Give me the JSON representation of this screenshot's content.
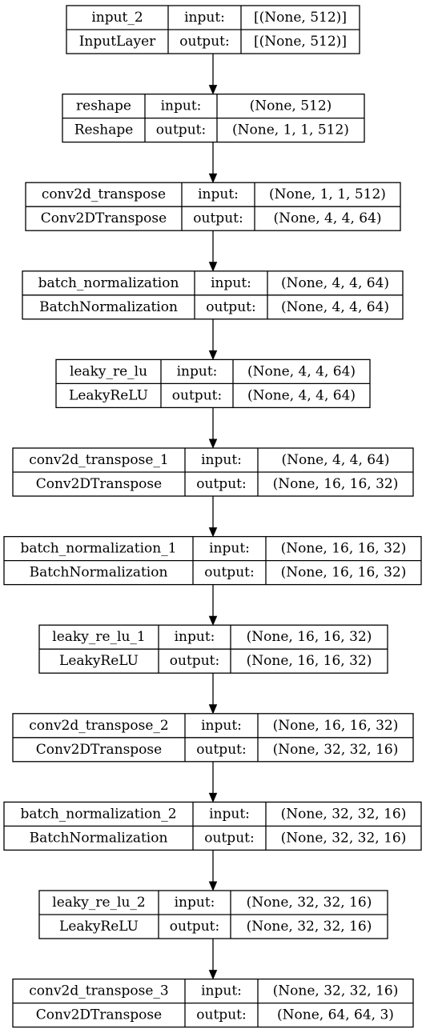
{
  "labels": {
    "input": "input:",
    "output": "output:"
  },
  "layers": [
    {
      "name": "input_2",
      "type": "InputLayer",
      "input_shape": "[(None, 512)]",
      "output_shape": "[(None, 512)]"
    },
    {
      "name": "reshape",
      "type": "Reshape",
      "input_shape": "(None, 512)",
      "output_shape": "(None, 1, 1, 512)"
    },
    {
      "name": "conv2d_transpose",
      "type": "Conv2DTranspose",
      "input_shape": "(None, 1, 1, 512)",
      "output_shape": "(None, 4, 4, 64)"
    },
    {
      "name": "batch_normalization",
      "type": "BatchNormalization",
      "input_shape": "(None, 4, 4, 64)",
      "output_shape": "(None, 4, 4, 64)"
    },
    {
      "name": "leaky_re_lu",
      "type": "LeakyReLU",
      "input_shape": "(None, 4, 4, 64)",
      "output_shape": "(None, 4, 4, 64)"
    },
    {
      "name": "conv2d_transpose_1",
      "type": "Conv2DTranspose",
      "input_shape": "(None, 4, 4, 64)",
      "output_shape": "(None, 16, 16, 32)"
    },
    {
      "name": "batch_normalization_1",
      "type": "BatchNormalization",
      "input_shape": "(None, 16, 16, 32)",
      "output_shape": "(None, 16, 16, 32)"
    },
    {
      "name": "leaky_re_lu_1",
      "type": "LeakyReLU",
      "input_shape": "(None, 16, 16, 32)",
      "output_shape": "(None, 16, 16, 32)"
    },
    {
      "name": "conv2d_transpose_2",
      "type": "Conv2DTranspose",
      "input_shape": "(None, 16, 16, 32)",
      "output_shape": "(None, 32, 32, 16)"
    },
    {
      "name": "batch_normalization_2",
      "type": "BatchNormalization",
      "input_shape": "(None, 32, 32, 16)",
      "output_shape": "(None, 32, 32, 16)"
    },
    {
      "name": "leaky_re_lu_2",
      "type": "LeakyReLU",
      "input_shape": "(None, 32, 32, 16)",
      "output_shape": "(None, 32, 32, 16)"
    },
    {
      "name": "conv2d_transpose_3",
      "type": "Conv2DTranspose",
      "input_shape": "(None, 32, 32, 16)",
      "output_shape": "(None, 64, 64, 3)"
    }
  ]
}
